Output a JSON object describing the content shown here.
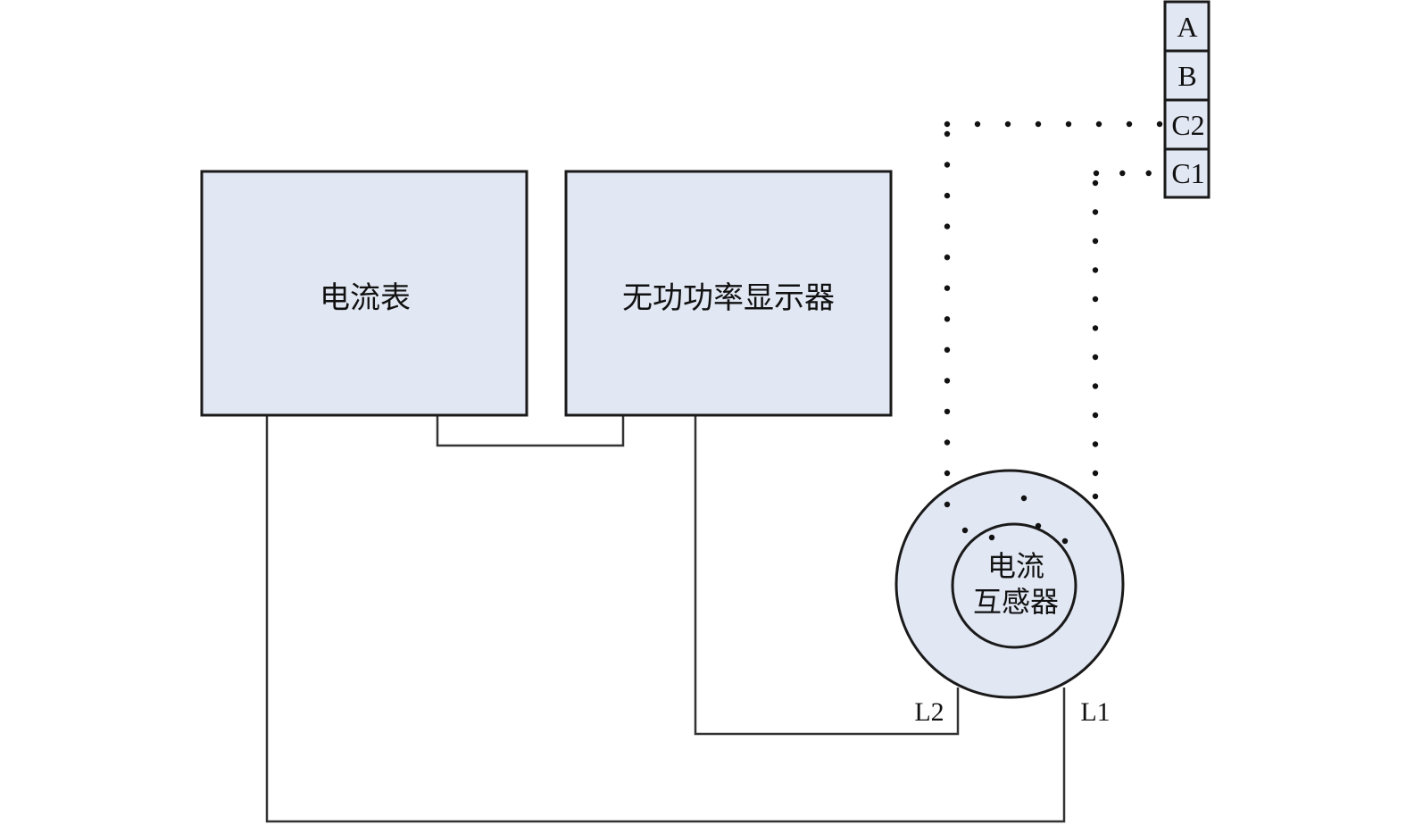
{
  "colors": {
    "box_fill": "#e1e7f3",
    "stroke": "#1a1a1a",
    "wire": "#333333"
  },
  "ammeter": {
    "label": "电流表"
  },
  "reactive_power_display": {
    "label": "无功功率显示器"
  },
  "current_transformer": {
    "label_line1": "电流",
    "label_line2": "互感器"
  },
  "leads": {
    "l1": "L1",
    "l2": "L2"
  },
  "terminal_block": {
    "terminals": [
      "A",
      "B",
      "C2",
      "C1"
    ]
  }
}
